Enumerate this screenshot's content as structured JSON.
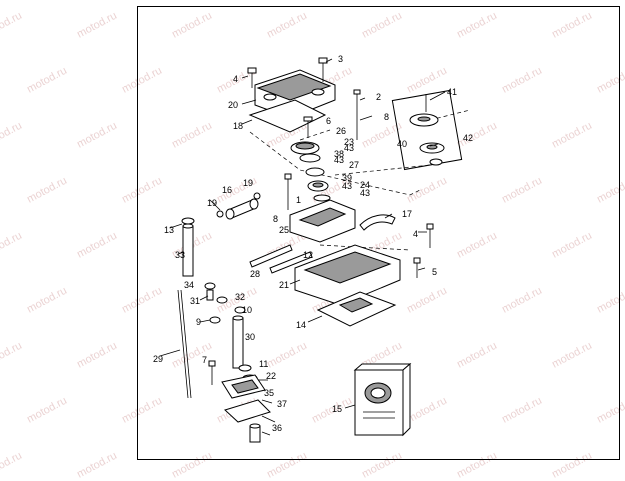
{
  "watermark": "motod.ru",
  "part_numbers": [
    "1",
    "2",
    "3",
    "4",
    "4",
    "5",
    "6",
    "7",
    "8",
    "8",
    "9",
    "10",
    "11",
    "12",
    "13",
    "14",
    "15",
    "16",
    "17",
    "18",
    "19",
    "19",
    "20",
    "21",
    "22",
    "23",
    "24",
    "25",
    "26",
    "27",
    "28",
    "29",
    "30",
    "31",
    "32",
    "33",
    "34",
    "35",
    "36",
    "37",
    "38",
    "39",
    "40",
    "41",
    "42",
    "43",
    "43",
    "43",
    "43"
  ],
  "colors": {
    "line": "#000000",
    "background": "#ffffff",
    "watermark": "#ebd3d3",
    "shading": "#9a9a9a"
  }
}
